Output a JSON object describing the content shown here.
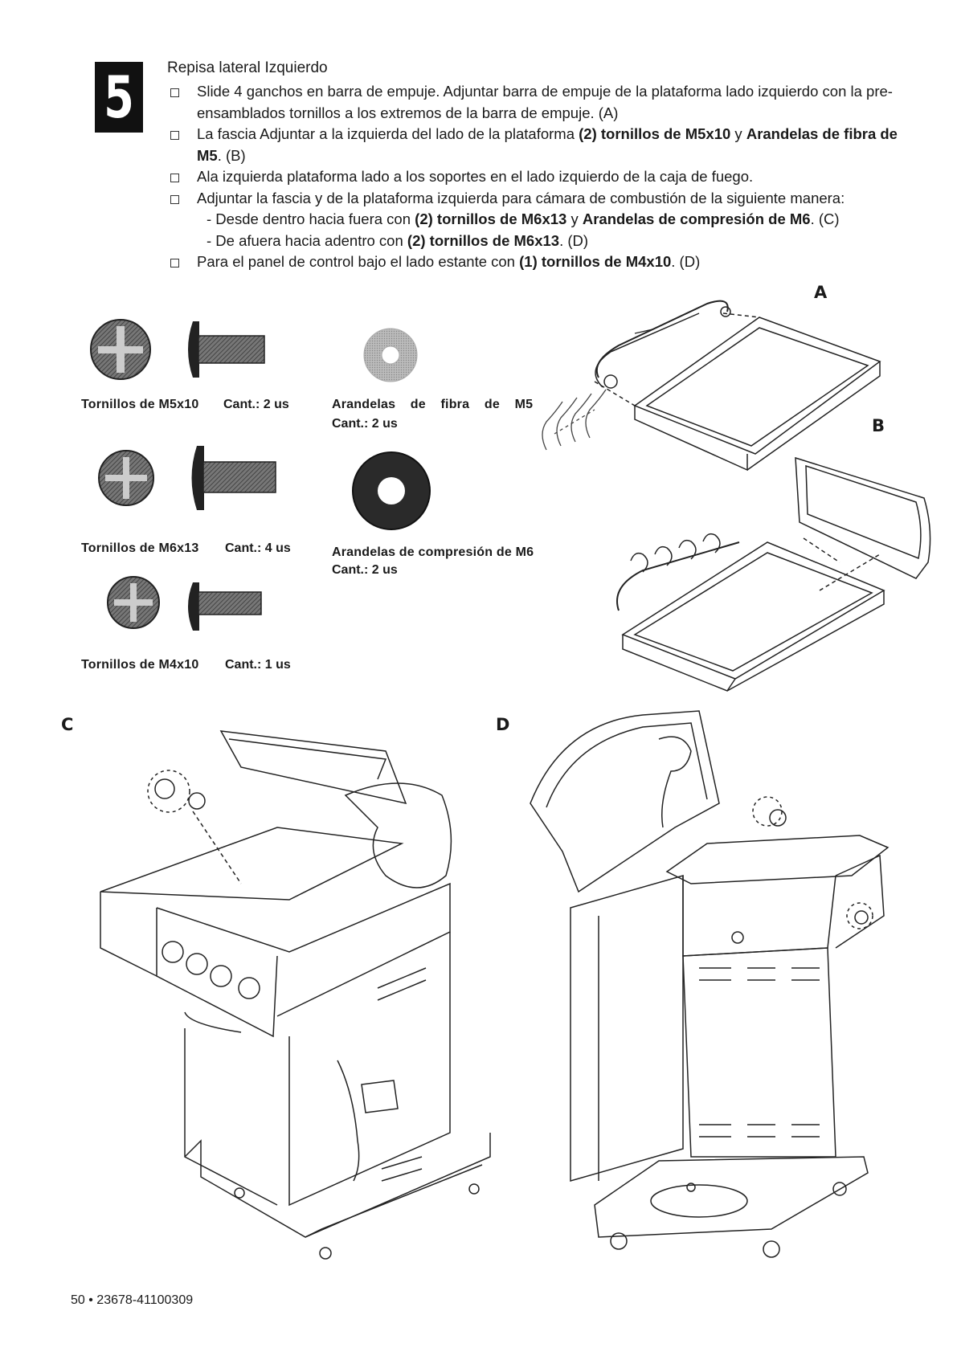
{
  "step": {
    "number": "5",
    "title": "Repisa lateral Izquierdo"
  },
  "instructions": [
    {
      "plain": "Slide 4 ganchos en barra de empuje. Adjuntar barra de empuje de la plataforma lado izquierdo con la pre-ensamblados tornillos a los extremos de la barra de empuje. (A)"
    },
    {
      "p1": "La fascia Adjuntar a la izquierda del lado de la plataforma ",
      "b1": "(2) tornillos de M5x10",
      "p2": " y ",
      "b2": "Arandelas de fibra de M5",
      "p3": ". (B)"
    },
    {
      "plain": "Ala izquierda plataforma lado a los soportes en el lado izquierdo de la caja de fuego."
    },
    {
      "plain": "Adjuntar la fascia y de la plataforma izquierda para cámara de combustión de la siguiente manera:"
    }
  ],
  "sub_instructions": [
    {
      "p1": "- Desde dentro hacia fuera con ",
      "b1": "(2) tornillos de M6x13",
      "p2": " y ",
      "b2": "Arandelas de compresión de M6",
      "p3": ". (C)"
    },
    {
      "p1": "- De afuera hacia adentro con ",
      "b1": "(2) tornillos de M6x13",
      "p2": ". (D)"
    }
  ],
  "last_instruction": {
    "p1": "Para el panel de control bajo el lado estante con ",
    "b1": "(1) tornillos de M4x10",
    "p2": ". (D)"
  },
  "parts": [
    {
      "label": "Tornillos de M5x10",
      "qty": "Cant.: 2 us"
    },
    {
      "label": "Arandelas de fibra de M5",
      "qty": "Cant.: 2 us"
    },
    {
      "label": "Tornillos de M6x13",
      "qty": "Cant.: 4 us"
    },
    {
      "label": "Arandelas de compresión de M6",
      "qty": "Cant.: 2 us"
    },
    {
      "label": "Tornillos de M4x10",
      "qty": "Cant.: 1 us"
    }
  ],
  "figure_letters": {
    "a": "A",
    "b": "B",
    "c": "C",
    "d": "D"
  },
  "footer": "50 • 23678-41100309"
}
